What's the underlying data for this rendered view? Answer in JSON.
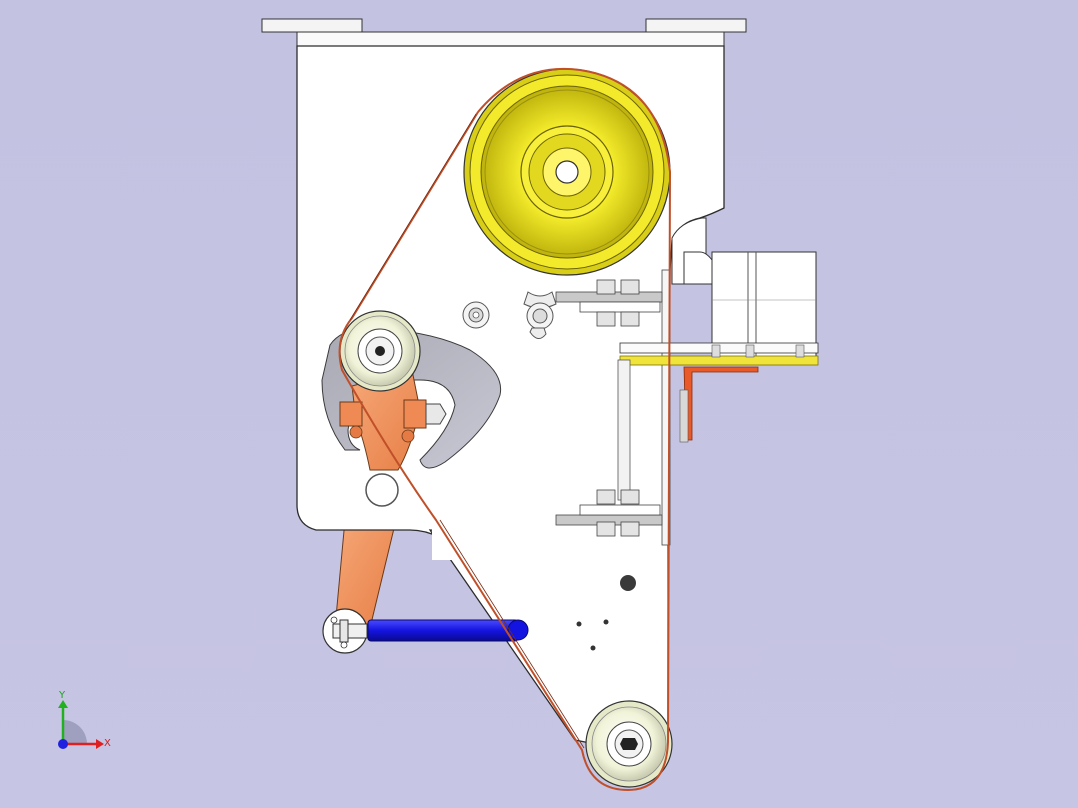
{
  "viewport": {
    "background": "#c4c3e2",
    "view": "front"
  },
  "colors": {
    "plate_fill": "#ffffff",
    "plate_edge": "#3a3a3a",
    "drive_wheel": "#f2ea2a",
    "drive_wheel_dark": "#c9bf10",
    "idler_wheel": "#f4f6de",
    "tension_arm": "#f2905c",
    "tie_rod": "#1a1ae6",
    "belt": "#c0502a",
    "bracket_yellow": "#f0e43a",
    "angle_orange": "#e85a2a",
    "hardware": "#d9d9d9"
  },
  "parts": [
    {
      "name": "frame-plate",
      "color_key": "plate_fill"
    },
    {
      "name": "drive-wheel",
      "color_key": "drive_wheel"
    },
    {
      "name": "upper-idler-wheel",
      "color_key": "idler_wheel"
    },
    {
      "name": "lower-idler-wheel",
      "color_key": "idler_wheel"
    },
    {
      "name": "tension-arm",
      "color_key": "tension_arm"
    },
    {
      "name": "tie-rod",
      "color_key": "tie_rod"
    },
    {
      "name": "abrasive-belt",
      "color_key": "belt"
    },
    {
      "name": "motor-bracket",
      "color_key": "bracket_yellow"
    },
    {
      "name": "angle-bracket",
      "color_key": "angle_orange"
    }
  ],
  "triad": {
    "x_label": "X",
    "y_label": "Y",
    "x_color": "#e02020",
    "y_color": "#20b020",
    "z_color": "#2020e0"
  }
}
